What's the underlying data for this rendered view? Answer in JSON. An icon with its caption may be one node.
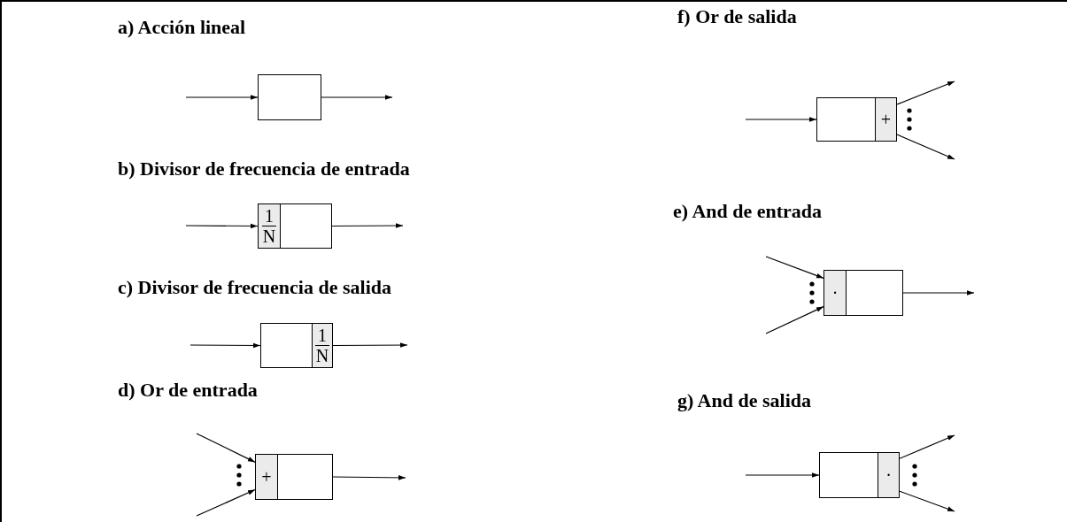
{
  "diagram": {
    "nodes": [
      {
        "text": [],
        "shape": "box"
      },
      {
        "text": [],
        "shape": "box"
      },
      {
        "text": [
          "1",
          "N"
        ],
        "in": 1
      },
      {
        "text": [],
        "shape": "box"
      },
      {
        "text": [
          "1",
          "N"
        ],
        "in": 3
      },
      {
        "text": [],
        "shape": "box"
      },
      {
        "text": [
          "+"
        ],
        "in": 5
      },
      {
        "text": [],
        "shape": "box"
      },
      {
        "text": [
          "+"
        ],
        "in": 7
      },
      {
        "text": [],
        "shape": "box"
      },
      {
        "text": [
          "·"
        ],
        "in": 9
      },
      {
        "text": [],
        "shape": "box"
      },
      {
        "text": [
          "·"
        ],
        "in": 11
      }
    ],
    "edges": [
      {
        "from": null,
        "to": 0,
        "arrow": "to"
      },
      {
        "from": 0,
        "to": null,
        "arrow": "to"
      },
      {
        "from": null,
        "to": 1,
        "arrow": "to"
      },
      {
        "from": 1,
        "to": null,
        "arrow": "to"
      },
      {
        "from": null,
        "to": 3,
        "arrow": "to"
      },
      {
        "from": 3,
        "to": null,
        "arrow": "to"
      },
      {
        "from": null,
        "to": 5,
        "arrow": "to"
      },
      {
        "from": null,
        "to": 5,
        "arrow": "to"
      },
      {
        "from": 5,
        "to": null,
        "arrow": "to"
      },
      {
        "from": null,
        "to": 7,
        "arrow": "to"
      },
      {
        "from": 7,
        "to": null,
        "arrow": "to"
      },
      {
        "from": 7,
        "to": null,
        "arrow": "to"
      },
      {
        "from": null,
        "to": 9,
        "arrow": "to"
      },
      {
        "from": null,
        "to": 9,
        "arrow": "to"
      },
      {
        "from": 9,
        "to": null,
        "arrow": "to"
      },
      {
        "from": null,
        "to": 11,
        "arrow": "to"
      },
      {
        "from": 11,
        "to": null,
        "arrow": "to"
      },
      {
        "from": 11,
        "to": null,
        "arrow": "to"
      }
    ],
    "labels": [
      "a) Acción lineal",
      "f) Or de salida",
      "b) Divisor de frecuencia de entrada",
      "e) And de entrada",
      "c) Divisor de frecuencia de salida",
      "d) Or de entrada",
      "g) And de salida"
    ]
  }
}
